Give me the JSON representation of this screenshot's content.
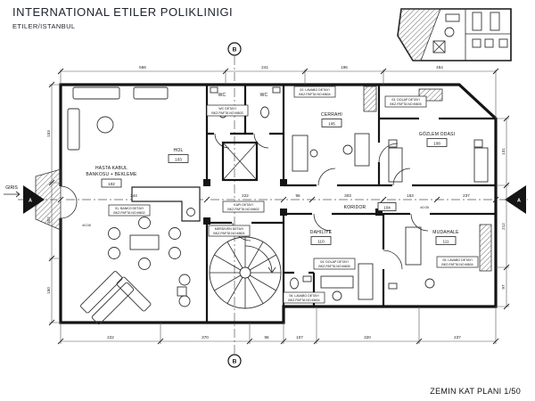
{
  "header": {
    "title": "INTERNATIONAL ETILER POLIKLINIGI",
    "subtitle": "ETILER/ISTANBUL"
  },
  "footer": {
    "plan_label": "ZEMIN KAT PLANI 1/50"
  },
  "plan": {
    "entry_label": "GIRIS",
    "level_mark": "±0.00",
    "markers": {
      "top": "B",
      "bottom": "B",
      "left": "A",
      "right": "A"
    },
    "rooms": [
      {
        "name": "HASTA KABUL",
        "name2": "BANKOSU + BEKLEME",
        "number": "102"
      },
      {
        "name": "HOL",
        "number": "103"
      },
      {
        "name": "CERRAHI",
        "number": "105"
      },
      {
        "name": "GÖZLEM ODASI",
        "number": "108"
      },
      {
        "name": "KORIDOR",
        "number": "104"
      },
      {
        "name": "DAHILIYE",
        "number": "110"
      },
      {
        "name": "MUDAHALE",
        "number": "111"
      },
      {
        "name": "WC"
      }
    ],
    "callouts": [
      {
        "l1": "WC DETAYI",
        "l2": "BKZ.PAFTA NO:M603"
      },
      {
        "l1": "02. LAVABO DETAYI",
        "l2": "BKZ.PAFTA NO:M604"
      },
      {
        "l1": "01. BANKO DETAYI",
        "l2": "BKZ.PAFTA NO:M602"
      },
      {
        "l1": "KAPI DETAYI",
        "l2": "BKZ.PAFTA NO:M602"
      },
      {
        "l1": "MERDIVEN DETAYI",
        "l2": "BKZ.PAFTA NO:M601"
      },
      {
        "l1": "03. DOLAP DETAYI",
        "l2": "BKZ.PAFTA NO:M605"
      },
      {
        "l1": "04. DOLAP DETAYI",
        "l2": "BKZ.PAFTA NO:M605"
      },
      {
        "l1": "05. LAVABO DETAYI",
        "l2": "BKZ.PAFTA NO:M604"
      },
      {
        "l1": "06. LAVABO DETAYI",
        "l2": "BKZ.PAFTA NO:M604"
      }
    ],
    "dimensions": {
      "top": [
        "556",
        "241",
        "196",
        "454"
      ],
      "middle": [
        "244",
        "222",
        "96",
        "303",
        "163",
        "237"
      ],
      "bottom": [
        "222",
        "370",
        "96",
        "107",
        "320",
        "237"
      ],
      "left": [
        "153",
        "302",
        "150"
      ],
      "right": [
        "131",
        "212",
        "97"
      ]
    }
  }
}
